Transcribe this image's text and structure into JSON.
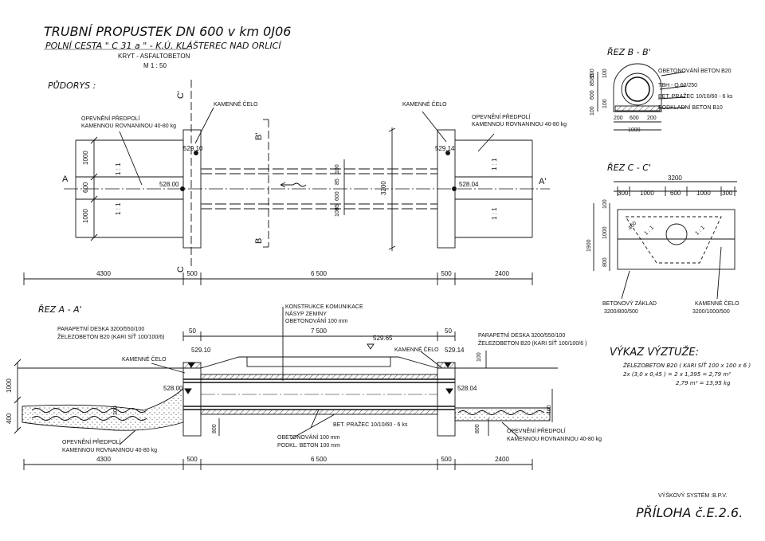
{
  "title": {
    "line1": "TRUBNÍ PROPUSTEK  DN 600  v  km  0J06",
    "line2": "POLNÍ CESTA \" C  31 a \" - K.Ú. KLÁŠTEREC  NAD ORLICÍ",
    "line3": "KRYT  -  ASFALTOBETON",
    "line4": "M  1 : 50"
  },
  "plan": {
    "heading": "PŮDORYS :",
    "label_opevneni_left_1": "OPEVNĚNÍ PŘEDPOLÍ",
    "label_opevneni_left_2": "KAMENNOU ROVNANINOU 40-80 kg",
    "label_opevneni_right_1": "OPEVNĚNÍ PŘEDPOLÍ",
    "label_opevneni_right_2": "KAMENNOU ROVNANINOU 40-80 kg",
    "label_cело_left": "KAMENNÉ ČELO",
    "label_celo_right": "KAMENNÉ ČELO",
    "elev_top_left": "529.10",
    "elev_top_right": "529.14",
    "elev_bottom_left": "528.00",
    "elev_bottom_right": "528.04",
    "section_a": "A",
    "section_a_prime": "A'",
    "section_b": "B",
    "section_b_prime": "B'",
    "section_c": "C",
    "section_c_prime": "C'",
    "slope_1": "1 : 1",
    "dim_left_1000_top": "1000",
    "dim_left_600": "600",
    "dim_left_1000_bottom": "1000",
    "dim_3200": "3200",
    "dim_100_a": "100",
    "dim_85_a": "85",
    "dim_600": "600",
    "dim_85_b": "85",
    "dim_100_b": "100",
    "bottom_dims": [
      "4300",
      "500",
      "6 500",
      "500",
      "2400"
    ]
  },
  "section_bb": {
    "heading": "ŘEZ   B - B'",
    "vert_dims": [
      "100",
      "85",
      "600",
      "85",
      "100"
    ],
    "left_dims": [
      "100",
      "100"
    ],
    "label_obetonovani": "OBETONOVÁNÍ  BETON  B20",
    "label_tbh": "TBH  -  Q  60/250",
    "label_prazec": "BET. PRAŽEC  10/10/60  -  6 ks",
    "label_podkladni": "PODKLADNÍ  BETON  B10",
    "dim_200_a": "200",
    "dim_600": "600",
    "dim_200_b": "200",
    "dim_1000": "1000"
  },
  "section_cc": {
    "heading": "ŘEZ  C - C'",
    "dim_total": "3200",
    "dims": [
      "300",
      "1000",
      "600",
      "1000",
      "300"
    ],
    "vert_dims": [
      "100",
      "1000",
      "800",
      "1900"
    ],
    "dim_400": "400",
    "slope_left": "1 : 1",
    "slope_right": "1 : 1",
    "label_zaklad_1": "BETONOVÝ  ZÁKLAD",
    "label_zaklad_2": "3200/800/500",
    "label_celo_1": "KAMENNÉ  ČELO",
    "label_celo_2": "3200/1000/500"
  },
  "section_aa": {
    "heading": "ŘEZ   A - A'",
    "konstrukce": "KONSTRUKCE  KOMUNIKACE",
    "nasyp": "NÁSYP  ZEMINY",
    "obetonovani_top": "OBETONOVÁNÍ  100  mm",
    "parapet_left_1": "PARAPETNÍ  DESKA  3200/550/100",
    "parapet_left_2": "ŽELEZOBETON  B20  (KARI SÍŤ  100/100/6)",
    "parapet_right_1": "PARAPETNÍ  DESKA  3200/550/100",
    "parapet_right_2": "ŽELEZOBETON  B20  (KARI SÍŤ  100/100/6 )",
    "dim_50_left": "50",
    "dim_7500": "7 500",
    "dim_50_right": "50",
    "elev_529_65": "529.65",
    "elev_529_10": "529.10",
    "elev_529_14": "529.14",
    "elev_528_00": "528.00",
    "elev_528_04": "528.04",
    "celo_left": "KAMENNÉ  ČELO",
    "celo_right": "KAMENNÉ  ČELO",
    "dim_1000": "1000",
    "dim_400_left": "400",
    "dim_300": "300",
    "dim_800_left": "800",
    "dim_100_right": "100",
    "dim_400_right": "400",
    "dim_800_right": "800",
    "prazec": "BET. PRAŽEC  10/10/60  -  6 ks",
    "obetonovani_bottom": "OBETONOVÁNÍ  100  mm",
    "podkl_beton": "PODKL. BETON  100  mm",
    "opevneni_left_1": "OPEVNĚNÍ  PŘEDPOLÍ",
    "opevneni_left_2": "KAMENNOU  ROVNANINOU  40-80  kg",
    "opevneni_right_1": "OPEVNĚNÍ  PŘEDPOLÍ",
    "opevneni_right_2": "KAMENNOU  ROVNANINOU  40-80  kg",
    "bottom_dims": [
      "4300",
      "500",
      "6 500",
      "500",
      "2400"
    ]
  },
  "vykaz": {
    "heading": "VÝKAZ  VÝZTUŽE:",
    "line1": "ŽELEZOBETON  B20  ( KARI SÍŤ  100  x  100  x  6 )",
    "line2": "2x  (3,0  x  0,45 )  =  2  x  1,395  =  2,79  m²",
    "line3": "2,79  m²  =  13,95  kg"
  },
  "footer": {
    "system": "VÝŠKOVÝ  SYSTÉM  :B.P.V.",
    "priloha": "PŘÍLOHA  č.E.2.6."
  }
}
